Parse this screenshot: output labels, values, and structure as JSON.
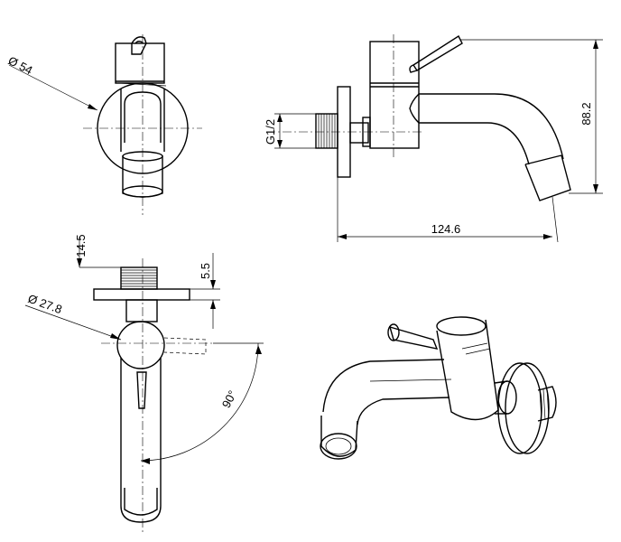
{
  "dimensions": {
    "flange_diameter": "Ø 54",
    "thread_spec": "G1/2",
    "height": "88.2",
    "length": "124.6",
    "thread_length": "14.5",
    "flange_thickness": "5.5",
    "body_diameter": "Ø 27.8",
    "rotation_angle": "90°"
  }
}
